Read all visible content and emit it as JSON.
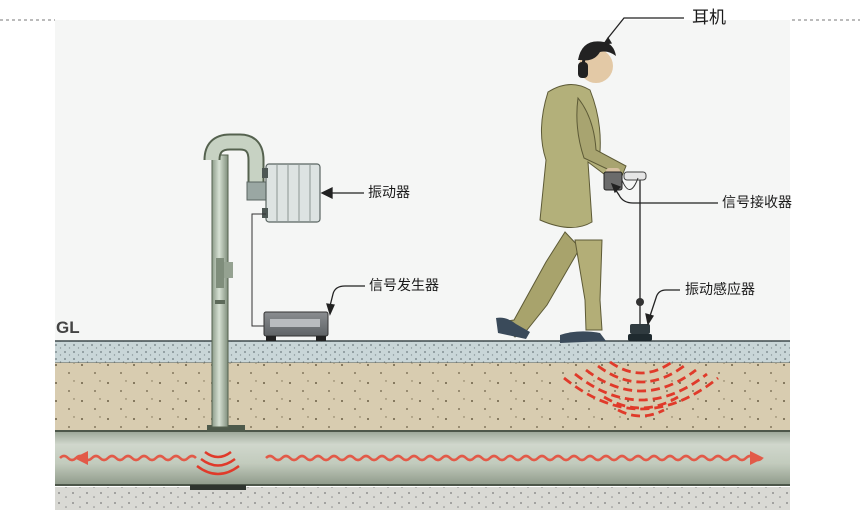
{
  "labels": {
    "headphones": "耳机",
    "vibrator": "振动器",
    "signal_receiver": "信号接收器",
    "signal_generator": "信号发生器",
    "vibration_sensor": "振动感应器",
    "ground_level": "GL"
  },
  "colors": {
    "ground_surface": "#c9d6d8",
    "soil": "#d8ccb0",
    "pipe": "#c4ccbf",
    "wave": "#e03a2a",
    "figure": "#b3b07a"
  }
}
